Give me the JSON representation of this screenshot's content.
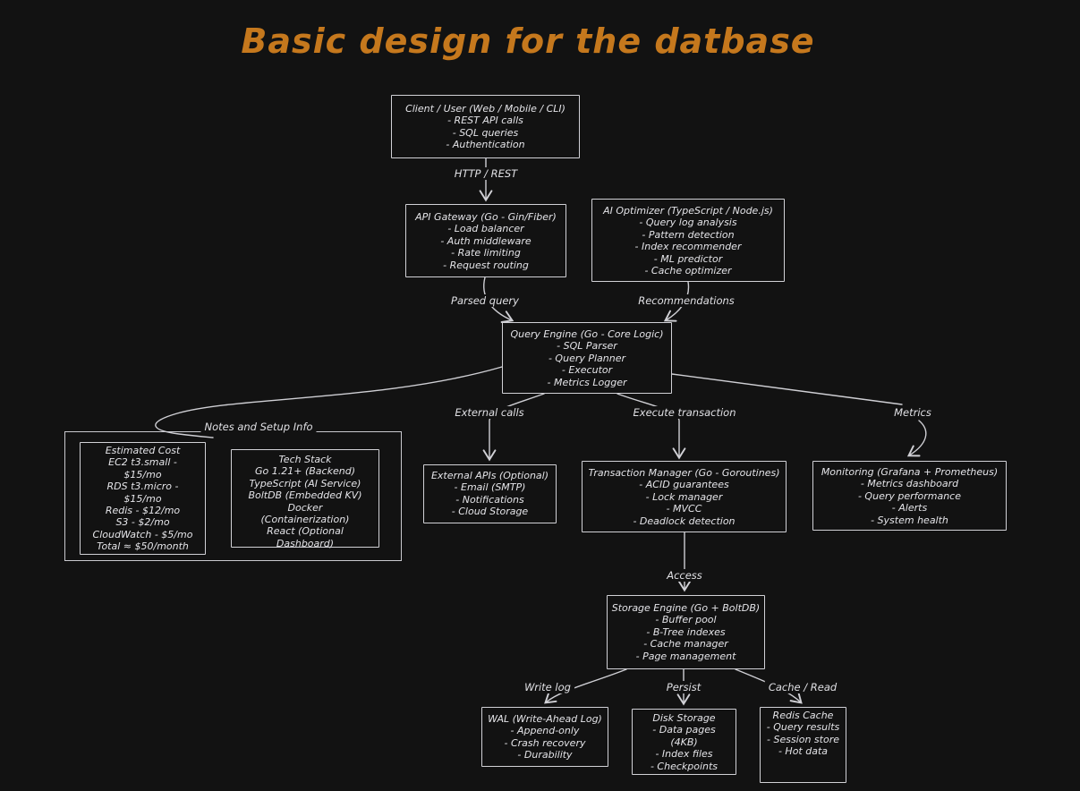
{
  "title": "Basic design for the datbase",
  "colors": {
    "background": "#121212",
    "stroke": "#d1d1d6",
    "text": "#e4e4e8",
    "title_accent": "#c5781d"
  },
  "nodes": {
    "client": {
      "title": "Client / User (Web / Mobile / CLI)",
      "items": [
        "- REST API calls",
        "- SQL queries",
        "- Authentication"
      ]
    },
    "api_gateway": {
      "title": "API Gateway (Go - Gin/Fiber)",
      "items": [
        "- Load balancer",
        "- Auth middleware",
        "- Rate limiting",
        "- Request routing"
      ]
    },
    "ai_optimizer": {
      "title": "AI Optimizer (TypeScript / Node.js)",
      "items": [
        "- Query log analysis",
        "- Pattern detection",
        "- Index recommender",
        "- ML predictor",
        "- Cache optimizer"
      ]
    },
    "query_engine": {
      "title": "Query Engine (Go - Core Logic)",
      "items": [
        "- SQL Parser",
        "- Query Planner",
        "- Executor",
        "- Metrics Logger"
      ]
    },
    "notes_group": {
      "title": "Notes and Setup Info"
    },
    "estimated_cost": {
      "title": "Estimated Cost",
      "items": [
        "EC2 t3.small - $15/mo",
        "RDS t3.micro - $15/mo",
        "Redis - $12/mo",
        "S3 - $2/mo",
        "CloudWatch - $5/mo",
        "Total ≈ $50/month"
      ]
    },
    "tech_stack": {
      "title": "Tech Stack",
      "items": [
        "Go 1.21+ (Backend)",
        "TypeScript (AI Service)",
        "BoltDB (Embedded KV)",
        "Docker (Containerization)",
        "React (Optional Dashboard)"
      ]
    },
    "external_apis": {
      "title": "External APIs (Optional)",
      "items": [
        "- Email (SMTP)",
        "- Notifications",
        "- Cloud Storage"
      ]
    },
    "transaction_manager": {
      "title": "Transaction Manager (Go - Goroutines)",
      "items": [
        "- ACID guarantees",
        "- Lock manager",
        "- MVCC",
        "- Deadlock detection"
      ]
    },
    "monitoring": {
      "title": "Monitoring (Grafana + Prometheus)",
      "items": [
        "- Metrics dashboard",
        "- Query performance",
        "- Alerts",
        "- System health"
      ]
    },
    "storage_engine": {
      "title": "Storage Engine (Go + BoltDB)",
      "items": [
        "- Buffer pool",
        "- B-Tree indexes",
        "- Cache manager",
        "- Page management"
      ]
    },
    "wal": {
      "title": "WAL (Write-Ahead Log)",
      "items": [
        "- Append-only",
        "- Crash recovery",
        "- Durability"
      ]
    },
    "disk_storage": {
      "title": "Disk Storage",
      "items": [
        "- Data pages (4KB)",
        "- Index files",
        "- Checkpoints"
      ]
    },
    "redis_cache": {
      "title": "Redis Cache",
      "items": [
        "- Query results",
        "- Session store",
        "- Hot data"
      ]
    }
  },
  "edge_labels": {
    "http_rest": "HTTP / REST",
    "parsed_query": "Parsed query",
    "recommendations": "Recommendations",
    "external_calls": "External calls",
    "execute_transaction": "Execute transaction",
    "metrics": "Metrics",
    "access": "Access",
    "write_log": "Write log",
    "persist": "Persist",
    "cache_read": "Cache / Read"
  }
}
